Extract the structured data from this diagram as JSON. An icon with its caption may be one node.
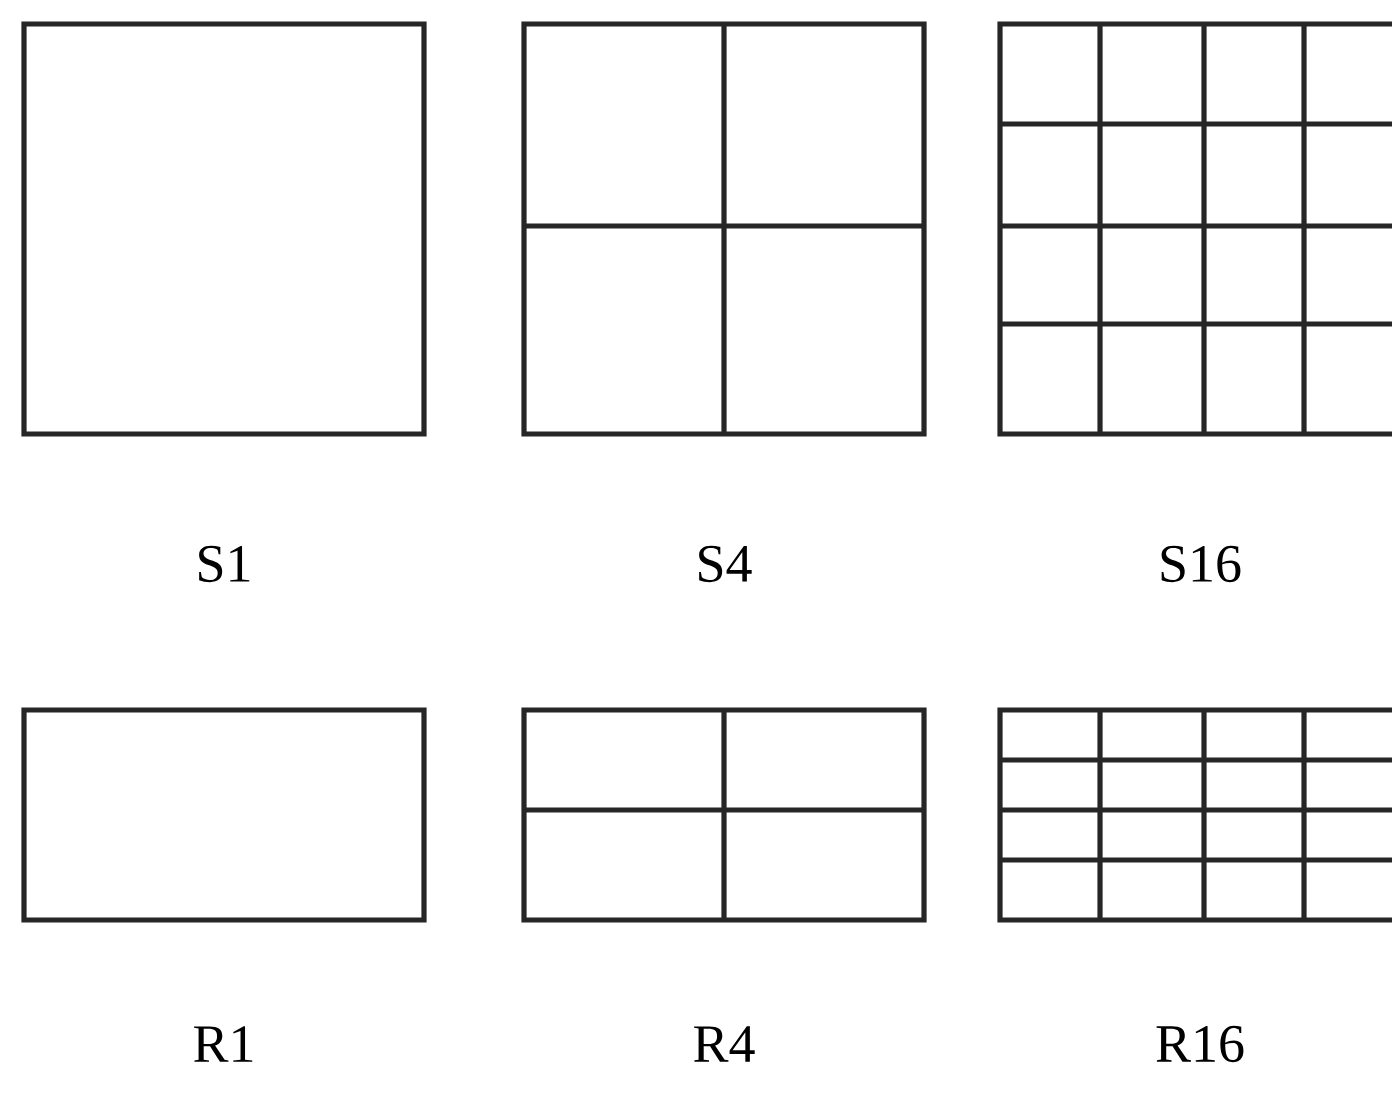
{
  "diagram": {
    "labels": [
      "S1",
      "S4",
      "S16",
      "R1",
      "R4",
      "R16"
    ]
  }
}
